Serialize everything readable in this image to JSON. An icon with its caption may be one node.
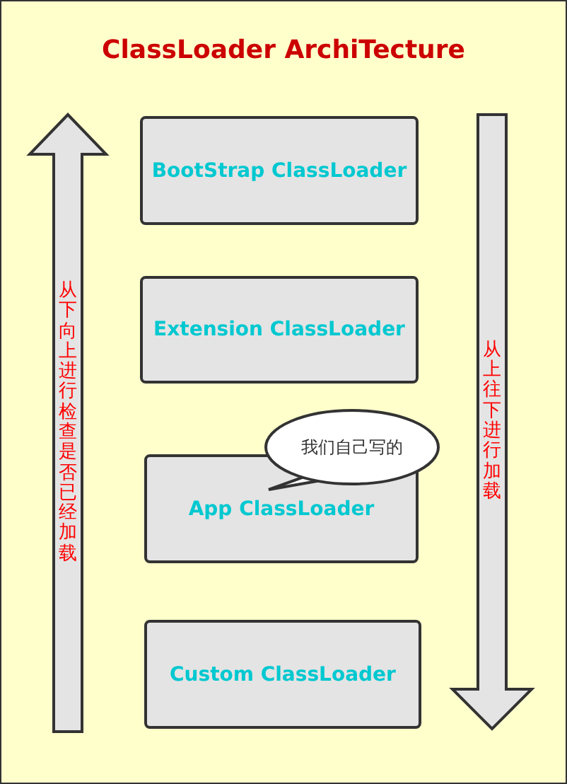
{
  "diagram": {
    "title": "ClassLoader ArchiTecture",
    "nodes": [
      {
        "text": [
          "BootStrap ClassLoader"
        ]
      },
      {
        "text": [
          "Extension ClassLoader"
        ]
      },
      {
        "text": [
          "App ClassLoader"
        ]
      },
      {
        "text": [
          "Custom ClassLoader"
        ]
      },
      {
        "text": [
          "我们自己写的"
        ]
      },
      {
        "text": [
          "从下向上进行检查是否已经加载"
        ]
      },
      {
        "text": [
          "从上往下进行加载"
        ]
      }
    ]
  }
}
